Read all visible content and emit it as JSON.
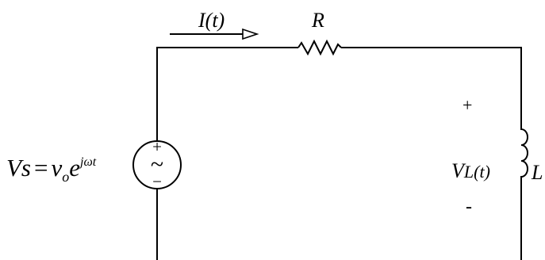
{
  "labels": {
    "current": "I(t)",
    "resistor": "R",
    "inductor": "L",
    "inductor_voltage": "V",
    "inductor_voltage_sub": "L(t)",
    "source_lhs": "Vs",
    "source_eq": "=",
    "source_v": "v",
    "source_sub": "o",
    "source_e": "e",
    "source_exp": "jωt",
    "src_plus": "+",
    "src_minus": "−",
    "src_symbol": "~",
    "vl_plus": "+",
    "vl_minus": "-"
  },
  "icons": {
    "current_arrow": "arrow-right-icon",
    "source": "ac-voltage-source-icon",
    "resistor": "resistor-zigzag-icon",
    "inductor": "inductor-coil-icon"
  },
  "colors": {
    "ink": "#000000",
    "background": "#ffffff"
  }
}
